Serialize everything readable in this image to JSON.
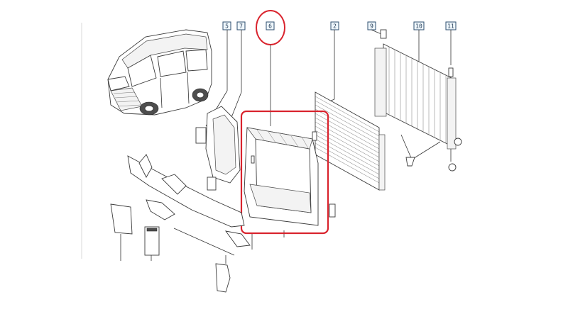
{
  "diagram": {
    "callouts": [
      {
        "id": "callout-5",
        "label": "5"
      },
      {
        "id": "callout-7",
        "label": "7"
      },
      {
        "id": "callout-6",
        "label": "6"
      },
      {
        "id": "callout-2",
        "label": "2"
      },
      {
        "id": "callout-9",
        "label": "9"
      },
      {
        "id": "callout-10",
        "label": "10"
      },
      {
        "id": "callout-11",
        "label": "11"
      }
    ],
    "highlight_color": "#d9232d",
    "highlighted_callout": "6"
  }
}
